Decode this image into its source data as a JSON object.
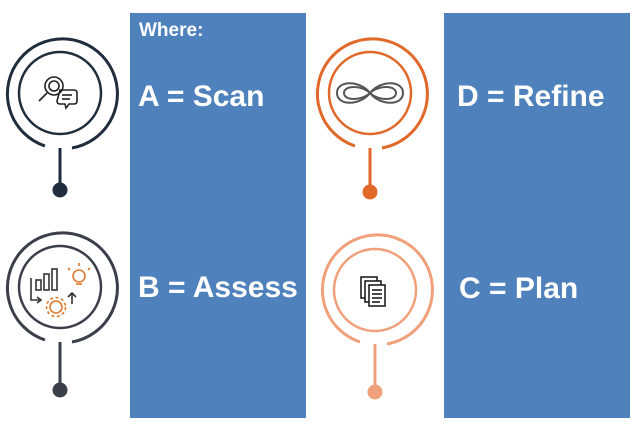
{
  "heading": "Where:",
  "steps": [
    {
      "letter": "A",
      "text": "A = Scan",
      "icon": "magnifier-chat-icon",
      "color": "#1f2d3d"
    },
    {
      "letter": "B",
      "text": "B = Assess",
      "icon": "chart-gear-lightbulb-icon",
      "color": "#3a3f4a"
    },
    {
      "letter": "D",
      "text": "D = Refine",
      "icon": "infinity-icon",
      "color": "#e0692a"
    },
    {
      "letter": "C",
      "text": "C = Plan",
      "icon": "documents-icon",
      "color": "#f0a07a"
    }
  ],
  "colors": {
    "panel": "#4f81bd",
    "text": "#ffffff"
  }
}
